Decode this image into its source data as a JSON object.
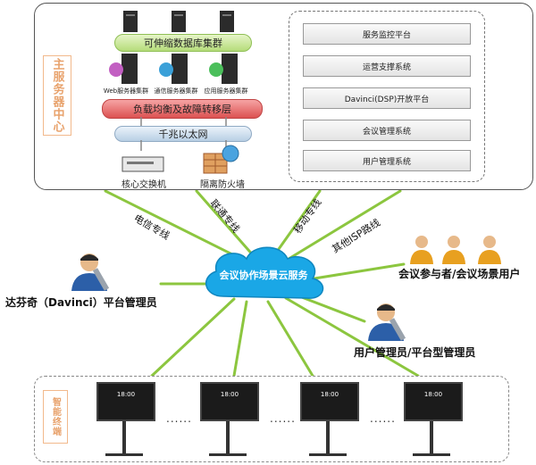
{
  "center": {
    "label": "主服务器中心",
    "db_cluster": "可伸缩数据库集群",
    "servers": [
      "Web服务器集群",
      "通信服务器集群",
      "应用服务器集群"
    ],
    "load_balance": "负载均衡及故障转移层",
    "ethernet": "千兆以太网",
    "switch": "核心交换机",
    "firewall": "隔离防火墙"
  },
  "platforms": [
    "服务监控平台",
    "运营支撑系统",
    "Davinci(DSP)开放平台",
    "会议管理系统",
    "用户管理系统"
  ],
  "cloud": "会议协作场景云服务",
  "lines": [
    "电信专线",
    "联通专线",
    "移动专线",
    "其他ISP路线"
  ],
  "roles": {
    "admin": "达芬奇（Davinci）平台管理员",
    "participants": "会议参与者/会议场景用户",
    "user_admin": "用户管理员/平台型管理员"
  },
  "terminal": {
    "label": "智能终端",
    "screen_time": "18:00",
    "dots": "......"
  },
  "colors": {
    "lines": "#8cc63f",
    "cloud": "#1aa7e6",
    "accent_label": "#e8a26c"
  }
}
